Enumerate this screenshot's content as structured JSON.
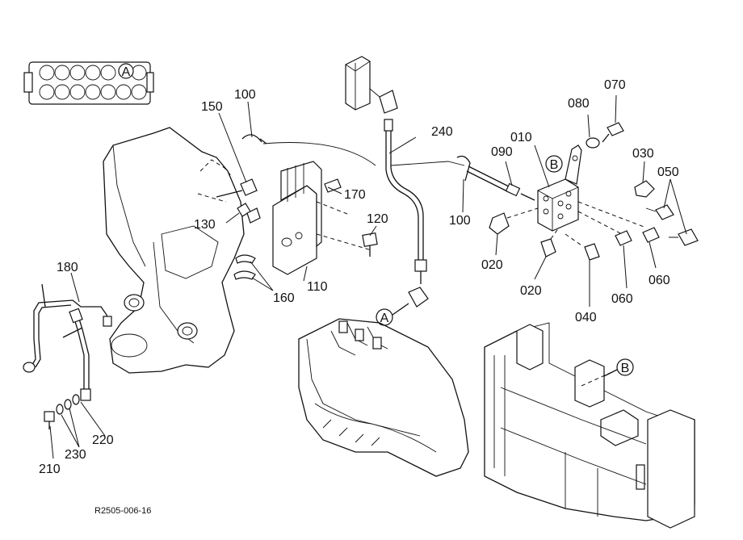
{
  "diagram": {
    "reference_code": "R2505-006-16",
    "view_markers": [
      "A",
      "B"
    ],
    "part_labels": [
      "010",
      "020",
      "030",
      "040",
      "050",
      "060",
      "070",
      "080",
      "090",
      "100",
      "110",
      "120",
      "130",
      "150",
      "160",
      "170",
      "180",
      "210",
      "220",
      "230",
      "240"
    ]
  }
}
